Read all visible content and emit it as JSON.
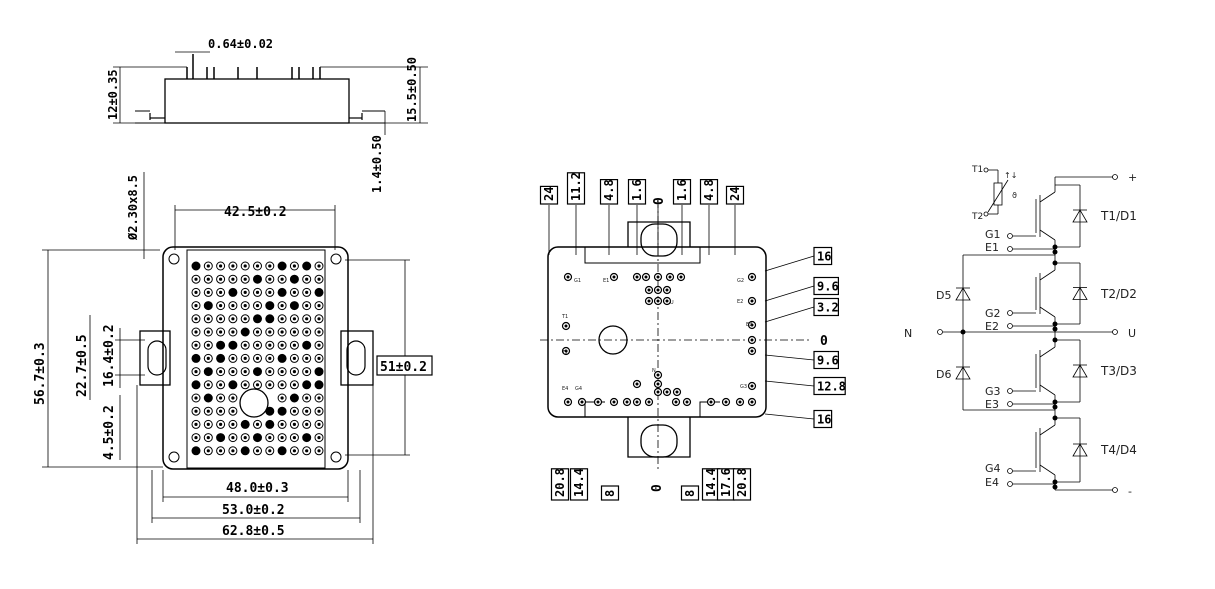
{
  "side_view": {
    "pin_width": "0.64±0.02",
    "pin_length": "12±0.35",
    "total_height": "15.5±0.50",
    "base_thickness": "1.4±0.50"
  },
  "top_view": {
    "hole": "Ø2.30x8.5",
    "inner_width": "42.5±0.2",
    "height_total": "56.7±0.3",
    "height_a": "22.7±0.5",
    "height_b": "16.4±0.2",
    "height_c": "4.5±0.2",
    "mount_span": "51±0.2",
    "width_a": "48.0±0.3",
    "width_b": "53.0±0.2",
    "width_c": "62.8±0.5"
  },
  "pin_layout": {
    "top": [
      "24",
      "11.2",
      "4.8",
      "1.6",
      "0",
      "1.6",
      "4.8",
      "24"
    ],
    "right": [
      "16",
      "9.6",
      "3.2",
      "0",
      "9.6",
      "12.8",
      "16"
    ],
    "bottom": [
      "20.8",
      "14.4",
      "8",
      "0",
      "8",
      "14.4",
      "17.6",
      "20.8"
    ],
    "pin_names": {
      "g1": "G1",
      "g2": "G2",
      "g3": "G3",
      "g4": "G4",
      "e1": "E1",
      "e2": "E2",
      "e3": "E3",
      "e4": "E4",
      "t1": "T1",
      "t2": "T2",
      "u": "U",
      "n": "N"
    }
  },
  "schematic": {
    "t1": "T1",
    "t2": "T2",
    "theta": "ϑ",
    "g1": "G1",
    "e1": "E1",
    "g2": "G2",
    "e2": "E2",
    "g3": "G3",
    "e3": "E3",
    "g4": "G4",
    "e4": "E4",
    "d5": "D5",
    "d6": "D6",
    "n": "N",
    "u": "U",
    "plus": "+",
    "minus": "-",
    "t1d1": "T1/D1",
    "t2d2": "T2/D2",
    "t3d3": "T3/D3",
    "t4d4": "T4/D4"
  }
}
